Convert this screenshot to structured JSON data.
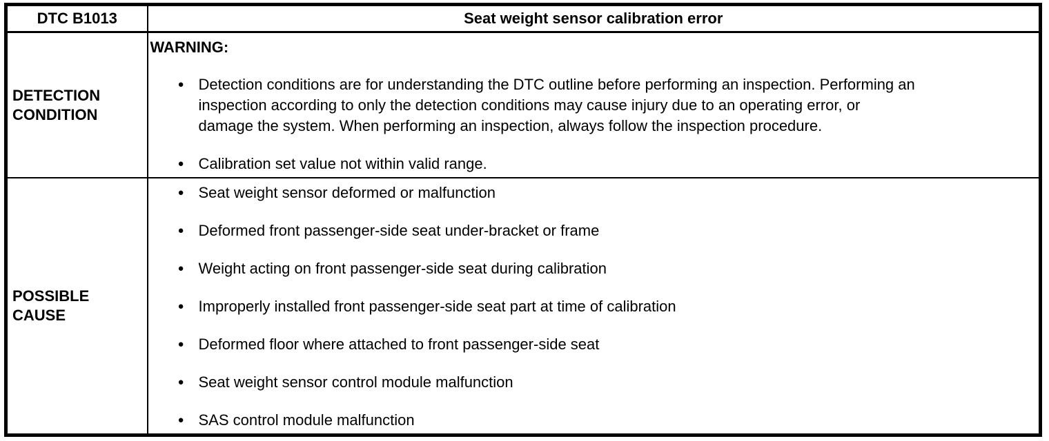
{
  "icons": {
    "bullet": "●"
  },
  "header": {
    "dtc_label": "DTC B1013",
    "title": "Seat weight sensor calibration error"
  },
  "detection_condition": {
    "row_label": "DETECTION CONDITION",
    "warning_label": "WARNING:",
    "items": [
      "Detection conditions are for understanding the DTC outline before performing an inspection. Performing an\ninspection according to only the detection conditions may cause injury due to an operating error, or\ndamage the system. When performing an inspection, always follow the inspection procedure.",
      "Calibration set value not within valid range."
    ]
  },
  "possible_cause": {
    "row_label": "POSSIBLE CAUSE",
    "items": [
      "Seat weight sensor deformed or malfunction",
      "Deformed front passenger-side seat under-bracket or frame",
      "Weight acting on front passenger-side seat during calibration",
      "Improperly installed front passenger-side seat part at time of calibration",
      "Deformed floor where attached to front passenger-side seat",
      "Seat weight sensor control module malfunction",
      "SAS control module malfunction"
    ]
  }
}
